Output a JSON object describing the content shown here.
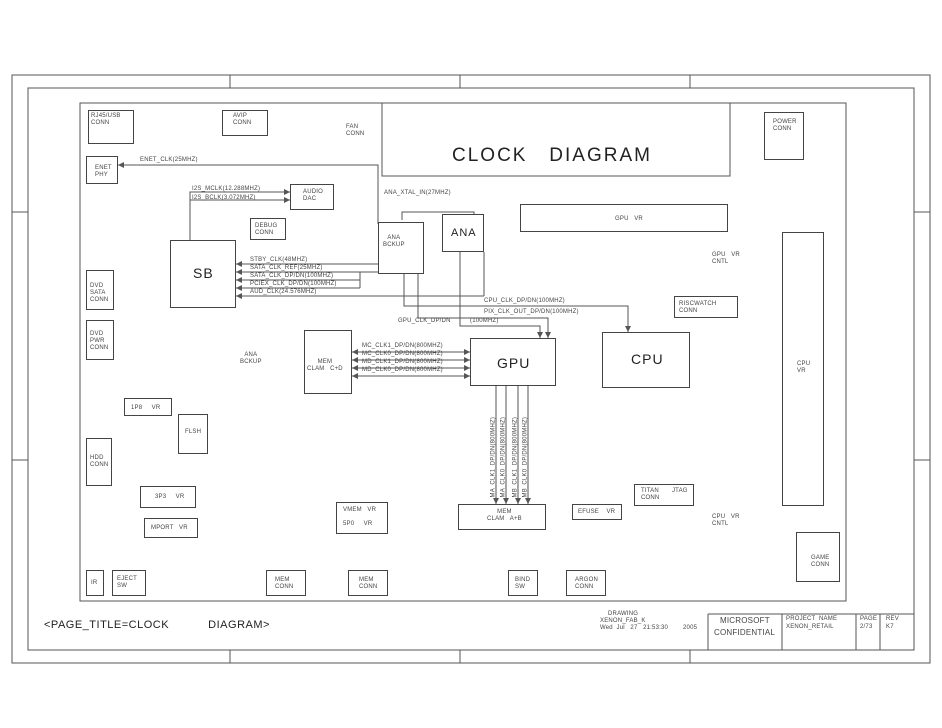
{
  "title": "CLOCK   DIAGRAM",
  "blocks": {
    "rj45": "RJ45/USB\nCONN",
    "avip": "AVIP\nCONN",
    "fan": "FAN\nCONN",
    "power": "POWER\nCONN",
    "enet_phy": "ENET\nPHY",
    "audio_dac": "AUDIO\nDAC",
    "debug": "DEBUG\nCONN",
    "ana_bckup_top": "ANA\nBCKUP",
    "ana": "ANA",
    "gpu_vr_top": "GPU   VR",
    "sb": "SB",
    "gpu_vr_cntl": "GPU   VR\nCNTL",
    "dvd_sata": "DVD\nSATA\nCONN",
    "riscwatch": "RISCWATCH\nCONN",
    "dvd_pwr": "DVD\nPWR\nCONN",
    "ana_bckup_left": "ANA\nBCKUP",
    "mem_clam_cd": "MEM\nCLAM   C+D",
    "gpu": "GPU",
    "cpu": "CPU",
    "cpu_vr": "CPU\nVR",
    "vr_1p8": "1P8     VR",
    "flsh": "FLSH",
    "hdd": "HDD\nCONN",
    "vr_3p3": "3P3     VR",
    "titan_jtag": "TITAN       JTAG\nCONN",
    "mport_vr": "MPORT   VR",
    "vmem_5p0": "VMEM   VR\n\n5P0     VR",
    "mem_clam_ab": "MEM\nCLAM   A+B",
    "efuse": "EFUSE    VR",
    "cpu_vr_cntl": "CPU   VR\nCNTL",
    "game": "GAME\nCONN",
    "ir": "IR",
    "eject": "EJECT\nSW",
    "mem_conn_1": "MEM\nCONN",
    "mem_conn_2": "MEM\nCONN",
    "bind": "BIND\nSW",
    "argon": "ARGON\nCONN"
  },
  "signals": {
    "enet_clk": "ENET_CLK(25MHZ)",
    "i2s_mclk": "I2S_MCLK(12.288MHZ)",
    "i2s_bclk": "I2S_BCLK(3.072MHZ)",
    "ana_xtal": "ANA_XTAL_IN(27MHZ)",
    "stby_clk": "STBY_CLK(48MHZ)",
    "sata_clk_ref": "SATA_CLK_REF(25MHZ)",
    "sata_clk_dp": "SATA_CLK_DP/DN(100MHZ)",
    "pciex_clk": "PCIEX_CLK_DP/DN(100MHZ)",
    "aud_clk": "AUD_CLK(24.576MHZ)",
    "cpu_clk": "CPU_CLK_DP/DN(100MHZ)",
    "pix_clk": "PIX_CLK_OUT_DP/DN(100MHZ)",
    "gpu_clk": "GPU_CLK_DP/DN",
    "gpu_clk_freq": "(100MHZ)",
    "mc_clk1": "MC_CLK1_DP/DN(800MHZ)",
    "mc_clk0": "MC_CLK0_DP/DN(800MHZ)",
    "md_clk1": "MD_CLK1_DP/DN(800MHZ)",
    "md_clk0": "MD_CLK0_DP/DN(800MHZ)",
    "ma_clk1": "MA_CLK1_DP/DN(800MHZ)",
    "ma_clk0": "MA_CLK0_DP/DN(800MHZ)",
    "mb_clk1": "MB_CLK1_DP/DN(800MHZ)",
    "mb_clk0": "MB_CLK0_DP/DN(800MHZ)"
  },
  "footer": {
    "page_title": "<PAGE_TITLE=CLOCK           DIAGRAM>",
    "drawing_label": "DRAWING",
    "drawing_name": "XENON_FAB_K",
    "date": "Wed  Jul   27   21:53:30        2005",
    "company": "MICROSOFT",
    "confidential": "CONFIDENTIAL",
    "project_label": "PROJECT  NAME",
    "project": "XENON_RETAIL",
    "page_label": "PAGE",
    "page": "2/73",
    "rev_label": "REV",
    "rev": "K7"
  }
}
